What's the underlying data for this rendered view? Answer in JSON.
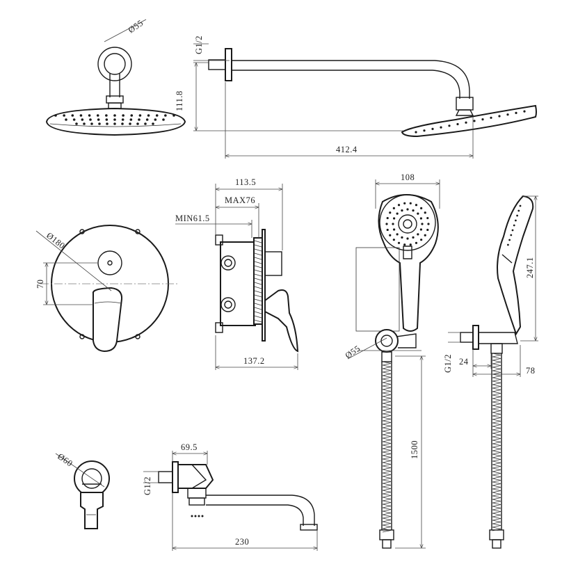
{
  "labels": {
    "rain_head_connector_diameter": "Ø55",
    "arm_thread": "G1/2",
    "arm_drop": "111.8",
    "arm_reach": "412.4",
    "box_depth_total": "113.5",
    "box_depth_max": "MAX76",
    "box_depth_min": "MIN61.5",
    "box_width": "137.2",
    "plate_diameter": "Ø180",
    "plate_offset": "70",
    "hand_head_width": "108",
    "hand_shower_length": "247.1",
    "holder_diameter": "Ø55",
    "hose_length": "1500",
    "outlet_thread": "G1/2",
    "outlet_offset": "24",
    "outlet_projection": "78",
    "spout_plate_diameter": "Ø60",
    "spout_thread": "G1/2",
    "spout_body_offset": "69.5",
    "spout_length": "230"
  }
}
